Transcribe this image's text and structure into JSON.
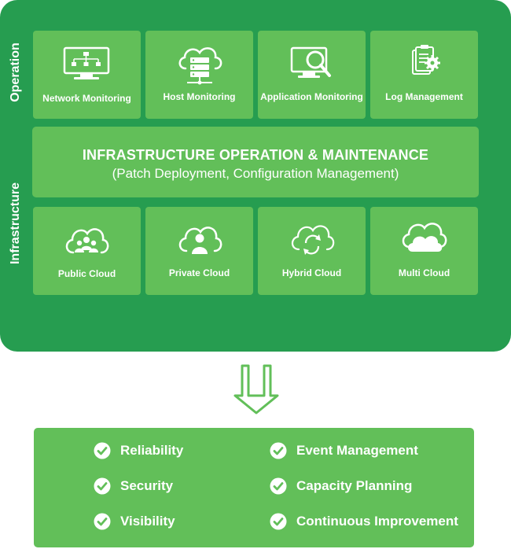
{
  "labels": {
    "operation": "Operation",
    "infrastructure": "Infrastructure"
  },
  "operation_tiles": [
    {
      "label": "Network Monitoring",
      "icon": "network-monitor-icon"
    },
    {
      "label": "Host Monitoring",
      "icon": "cloud-server-icon"
    },
    {
      "label": "Application Monitoring",
      "icon": "monitor-magnifier-icon"
    },
    {
      "label": "Log Management",
      "icon": "log-gear-icon"
    }
  ],
  "band": {
    "title": "INFRASTRUCTURE  OPERATION & MAINTENANCE",
    "subtitle": "(Patch Deployment, Configuration Management)"
  },
  "infrastructure_tiles": [
    {
      "label": "Public Cloud",
      "icon": "cloud-group-icon"
    },
    {
      "label": "Private Cloud",
      "icon": "cloud-user-icon"
    },
    {
      "label": "Hybrid Cloud",
      "icon": "cloud-sync-icon"
    },
    {
      "label": "Multi Cloud",
      "icon": "multi-cloud-icon"
    }
  ],
  "benefits": [
    "Reliability",
    "Event Management",
    "Security",
    "Capacity Planning",
    "Visibility",
    "Continuous Improvement"
  ],
  "colors": {
    "panel": "#269d50",
    "tile": "#62bf59",
    "arrow": "#62bf59",
    "text": "#ffffff"
  }
}
